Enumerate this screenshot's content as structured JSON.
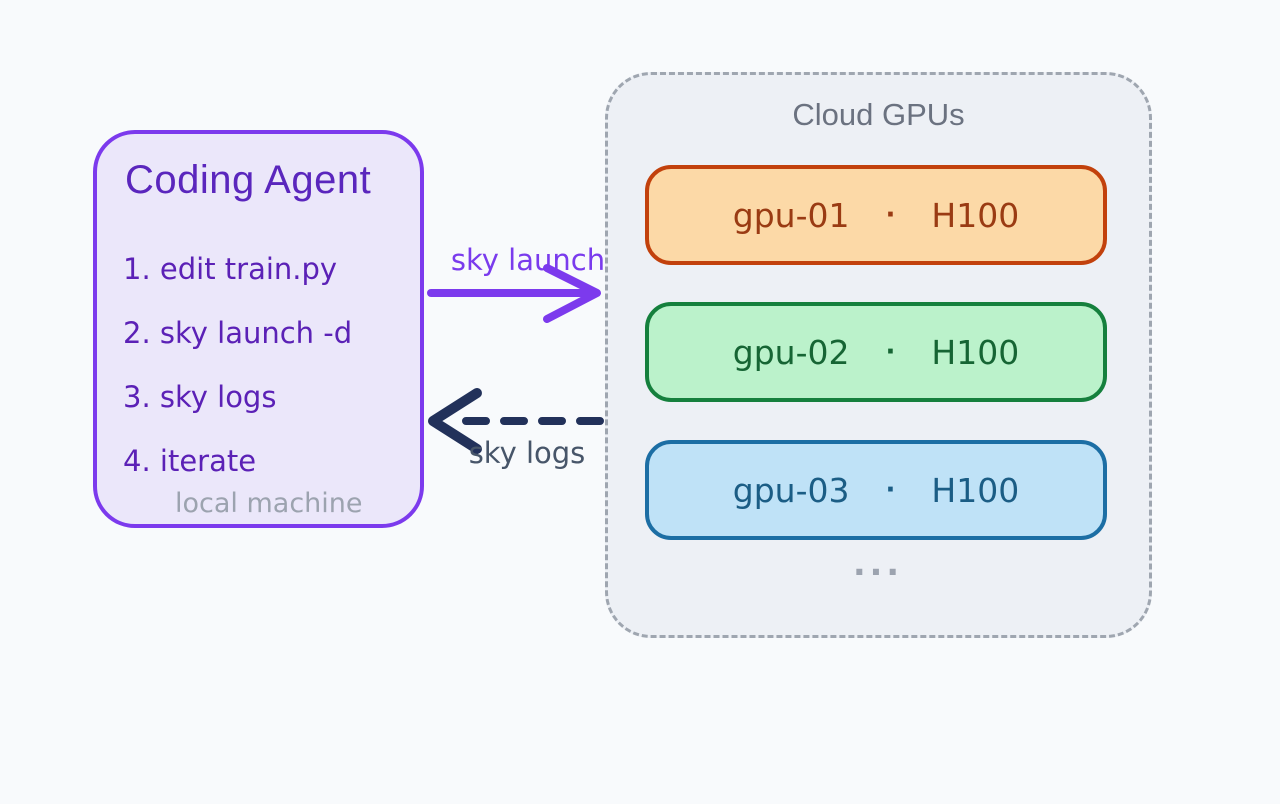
{
  "page": {
    "background_color": "#f8fafc"
  },
  "agent_box": {
    "title": "Coding Agent",
    "steps": [
      "1. edit train.py",
      "2. sky launch -d",
      "3. sky logs",
      "4. iterate"
    ],
    "caption": "local machine",
    "border_color": "#7c3aed",
    "fill_color": "#ebe7fa",
    "title_color": "#5a26bd",
    "steps_color": "#5b21b6",
    "caption_color": "#9ca3af"
  },
  "cloud_box": {
    "title": "Cloud GPUs",
    "title_color": "#6b7280",
    "border_color": "#9fa6b0",
    "border_style": "dashed",
    "fill_color": "#edf0f5",
    "gpus": [
      {
        "name": "gpu-01",
        "separator": "·",
        "type": "H100",
        "fill_color": "#fcd9a7",
        "border_color": "#c2410c",
        "text_color": "#9a3b13"
      },
      {
        "name": "gpu-02",
        "separator": "·",
        "type": "H100",
        "fill_color": "#bbf2cb",
        "border_color": "#15803d",
        "text_color": "#166534"
      },
      {
        "name": "gpu-03",
        "separator": "·",
        "type": "H100",
        "fill_color": "#bfe2f7",
        "border_color": "#1c6ea4",
        "text_color": "#1b5d85"
      }
    ],
    "ellipsis": "..."
  },
  "arrows": {
    "launch": {
      "label": "sky launch",
      "color": "#7c3aed",
      "label_color": "#7a3bed",
      "style": "solid",
      "direction": "left-to-right"
    },
    "logs": {
      "label": "sky logs",
      "color": "#22315a",
      "label_color": "#475569",
      "style": "dashed",
      "direction": "right-to-left"
    }
  }
}
